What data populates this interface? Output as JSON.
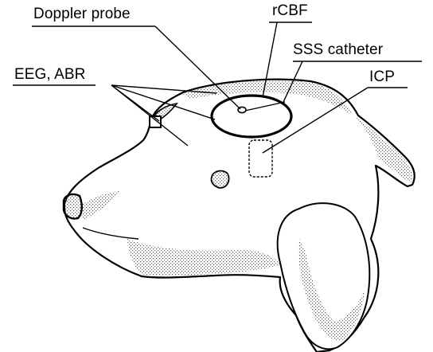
{
  "labels": {
    "doppler": "Doppler probe",
    "rcbf": "rCBF",
    "sss": "SSS catheter",
    "eeg": "EEG, ABR",
    "icp": "ICP"
  },
  "colors": {
    "ink": "#000000",
    "paper": "#ffffff",
    "stipple": "#6e6e6e"
  }
}
